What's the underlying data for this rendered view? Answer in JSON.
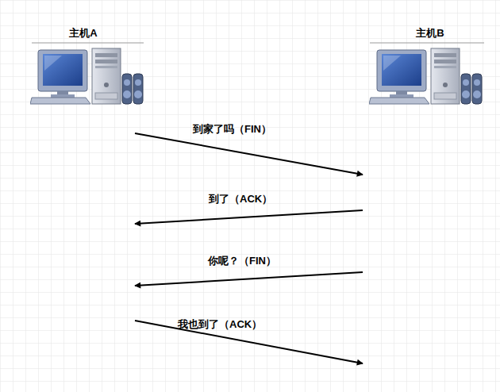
{
  "diagram": {
    "nodes": [
      {
        "text": [
          "主机A"
        ]
      },
      {
        "text": [
          "主机B"
        ]
      }
    ],
    "edges": [
      {
        "from": 0,
        "to": 1,
        "arrow": "to",
        "label": "到家了吗（FIN）"
      },
      {
        "from": 1,
        "to": 0,
        "arrow": "to",
        "label": "到了（ACK）"
      },
      {
        "from": 1,
        "to": 0,
        "arrow": "to",
        "label": "你呢？（FIN）"
      },
      {
        "from": 0,
        "to": 1,
        "arrow": "to",
        "label": "我也到了（ACK）"
      }
    ]
  }
}
